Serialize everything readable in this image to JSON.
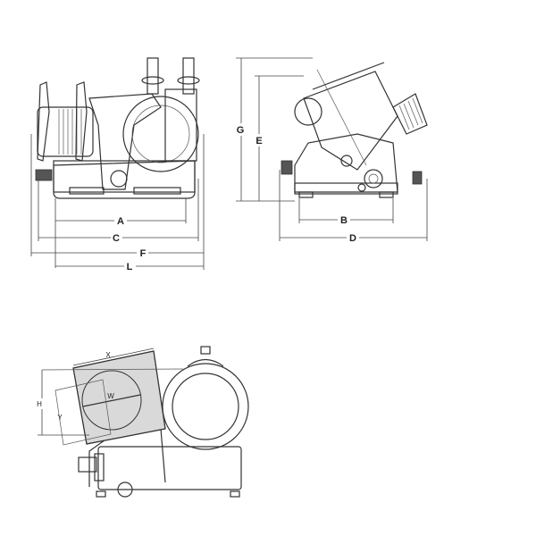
{
  "front_view": {
    "dimensions": {
      "a": "A",
      "c": "C",
      "f": "F",
      "l": "L"
    }
  },
  "side_view": {
    "dimensions": {
      "g": "G",
      "e": "E",
      "b": "B",
      "d": "D"
    }
  },
  "capacity_view": {
    "dimensions": {
      "x": "X",
      "w": "W",
      "h": "H",
      "y": "Y"
    }
  }
}
